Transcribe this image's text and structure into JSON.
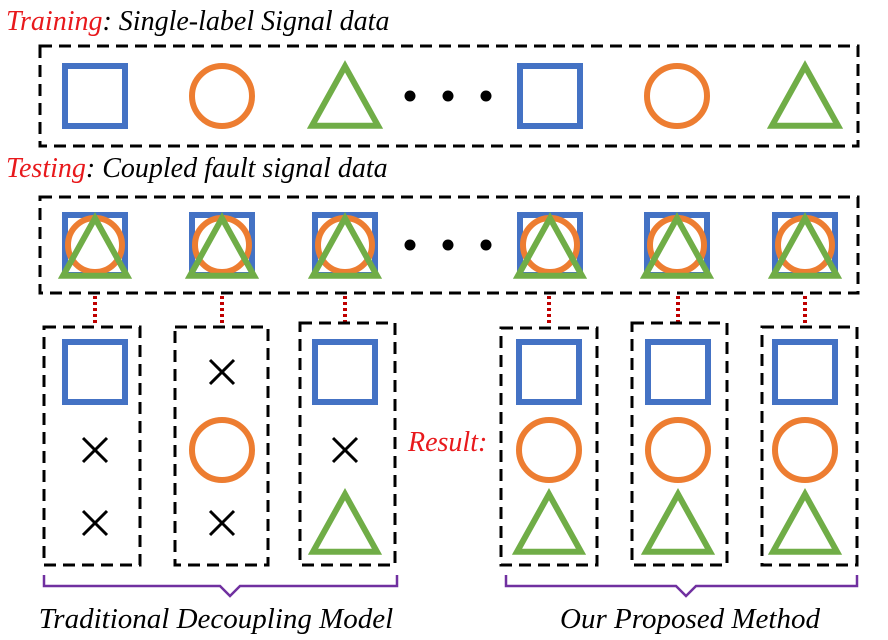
{
  "training": {
    "keyword": "Training",
    "rest": ": Single-label Signal data",
    "sequence": [
      "square",
      "circle",
      "triangle",
      "ellipsis",
      "square",
      "circle",
      "triangle"
    ]
  },
  "testing": {
    "keyword": "Testing",
    "rest": ": Coupled fault signal data",
    "sequence": [
      "coupled",
      "coupled",
      "coupled",
      "ellipsis",
      "coupled",
      "coupled",
      "coupled"
    ]
  },
  "traditional": {
    "caption": "Traditional Decoupling Model",
    "columns": [
      [
        "square",
        "cross",
        "cross"
      ],
      [
        "cross",
        "circle",
        "cross"
      ],
      [
        "square",
        "cross",
        "triangle"
      ]
    ]
  },
  "result": {
    "label": "Result:",
    "caption": "Our Proposed Method",
    "columns": [
      [
        "square",
        "circle",
        "triangle"
      ],
      [
        "square",
        "circle",
        "triangle"
      ],
      [
        "square",
        "circle",
        "triangle"
      ]
    ]
  },
  "colors": {
    "square": "#4472c4",
    "circle": "#ed7d31",
    "triangle": "#70ad47",
    "keyword": "#e8191c",
    "connector": "#c00000",
    "brace": "#7030a0",
    "frame": "#000000",
    "text": "#000000"
  },
  "icons": {
    "square": "blue-square-icon",
    "circle": "orange-circle-icon",
    "triangle": "green-triangle-icon",
    "cross": "cross-icon",
    "ellipsis": "ellipsis-icon",
    "coupled": "coupled-signal-icon"
  }
}
